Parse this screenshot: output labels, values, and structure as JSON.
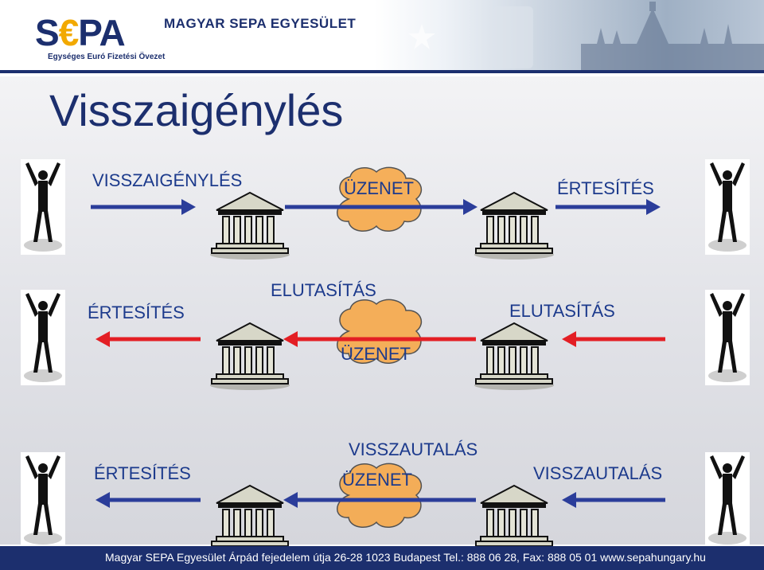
{
  "header": {
    "logo_prefix": "S",
    "logo_euro": "€",
    "logo_suffix": "PA",
    "logo_tagline": "Egységes Euró Fizetési Övezet",
    "org_name": "MAGYAR SEPA EGYESÜLET"
  },
  "title": "Visszaigénylés",
  "rows": [
    {
      "labels": {
        "left": "VISSZAIGÉNYLÉS",
        "cloud": "ÜZENET",
        "right": "ÉRTESÍTÉS"
      },
      "arrow_color": "#2b3d9a",
      "direction": "right"
    },
    {
      "labels": {
        "left": "ÉRTESÍTÉS",
        "top": "ELUTASÍTÁS",
        "cloud": "ÜZENET",
        "right": "ELUTASÍTÁS"
      },
      "arrow_color": "#e31e24",
      "direction": "left"
    },
    {
      "labels": {
        "left": "ÉRTESÍTÉS",
        "top": "VISSZAUTALÁS",
        "cloud": "ÜZENET",
        "right": "VISSZAUTALÁS"
      },
      "arrow_color": "#2b3d9a",
      "direction": "left"
    }
  ],
  "footer": {
    "text": "Magyar SEPA Egyesület Árpád fejedelem útja 26-28 1023 Budapest Tel.: 888 06 28, Fax: 888 05 01 www.sepahungary.hu"
  }
}
